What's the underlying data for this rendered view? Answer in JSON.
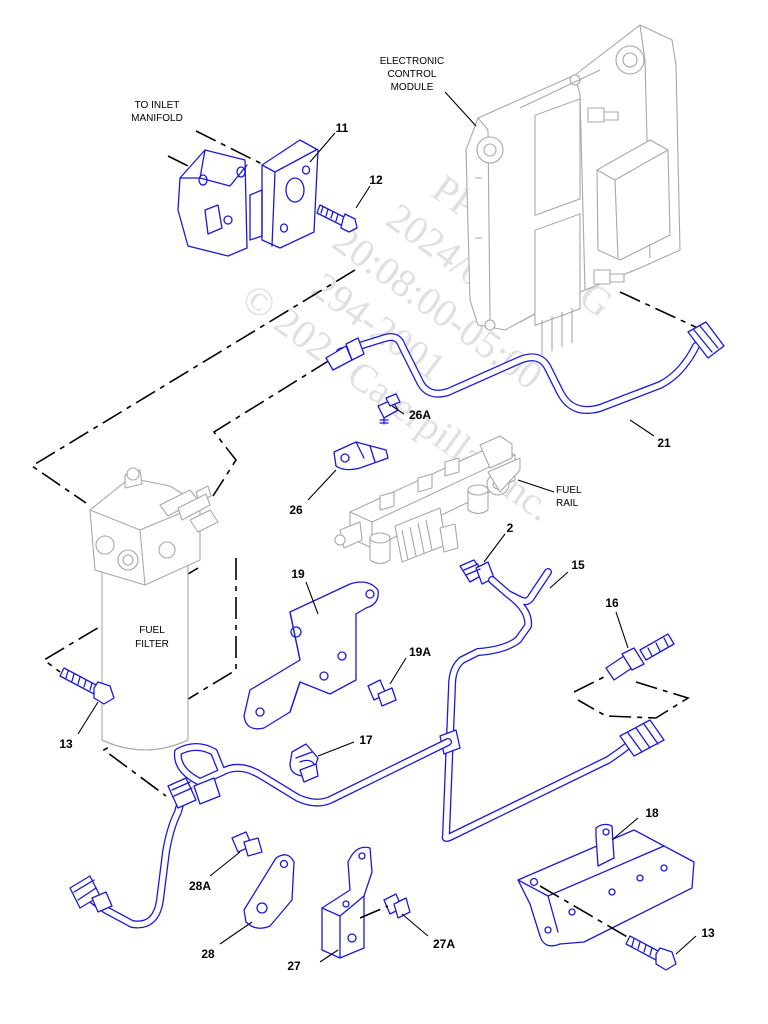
{
  "labels": {
    "ecm": [
      "ELECTRONIC",
      "CONTROL",
      "MODULE"
    ],
    "inlet": [
      "TO INLET",
      "MANIFOLD"
    ],
    "fuel_rail": [
      "FUEL",
      "RAIL"
    ],
    "fuel_filter": [
      "FUEL",
      "FILTER"
    ]
  },
  "callouts": {
    "p11": "11",
    "p12": "12",
    "p21": "21",
    "p26a": "26A",
    "p26": "26",
    "p2": "2",
    "p15": "15",
    "p16": "16",
    "p19": "19",
    "p19a": "19A",
    "p13a": "13",
    "p17": "17",
    "p18": "18",
    "p28a": "28A",
    "p28": "28",
    "p27": "27",
    "p27a": "27A",
    "p13b": "13"
  },
  "watermark": {
    "line1": "PPW-000HG",
    "line2": "2024/03/07",
    "line3": "20:08:00-05:00",
    "line4": "294-2001",
    "line5": "© 2024 Caterpillar Inc."
  },
  "colors": {
    "line": "#1a1ad6",
    "context": "#a8a8a8",
    "text": "#000000",
    "watermark": "#c8c8c8"
  }
}
